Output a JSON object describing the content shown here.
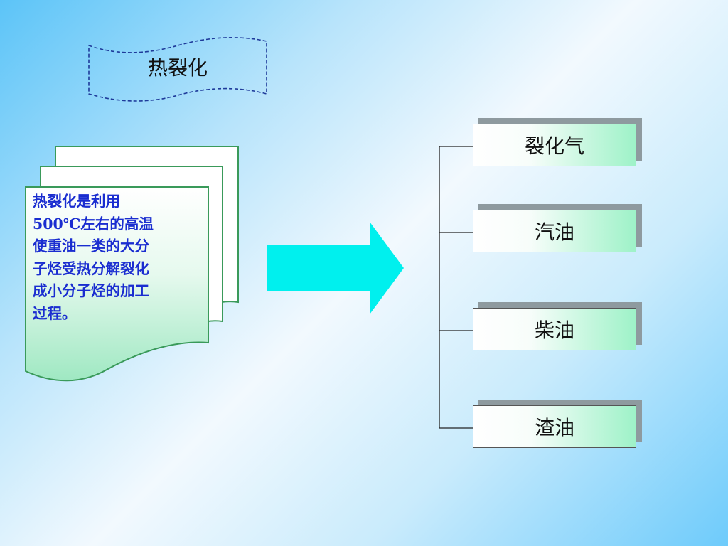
{
  "title": "热裂化",
  "definition": "热裂化是利用\n500℃左右的高温\n使重油一类的大分\n子烃受热分解裂化\n成小分子烃的加工\n过程。",
  "products": [
    "裂化气",
    "汽油",
    "柴油",
    "渣油"
  ],
  "colors": {
    "document_fill": "#a8ecc8",
    "document_border": "#3a9a5a",
    "definition_text": "#1a2dd0",
    "arrow": "#00f0ee",
    "box_shadow": "#8e9a9f"
  }
}
